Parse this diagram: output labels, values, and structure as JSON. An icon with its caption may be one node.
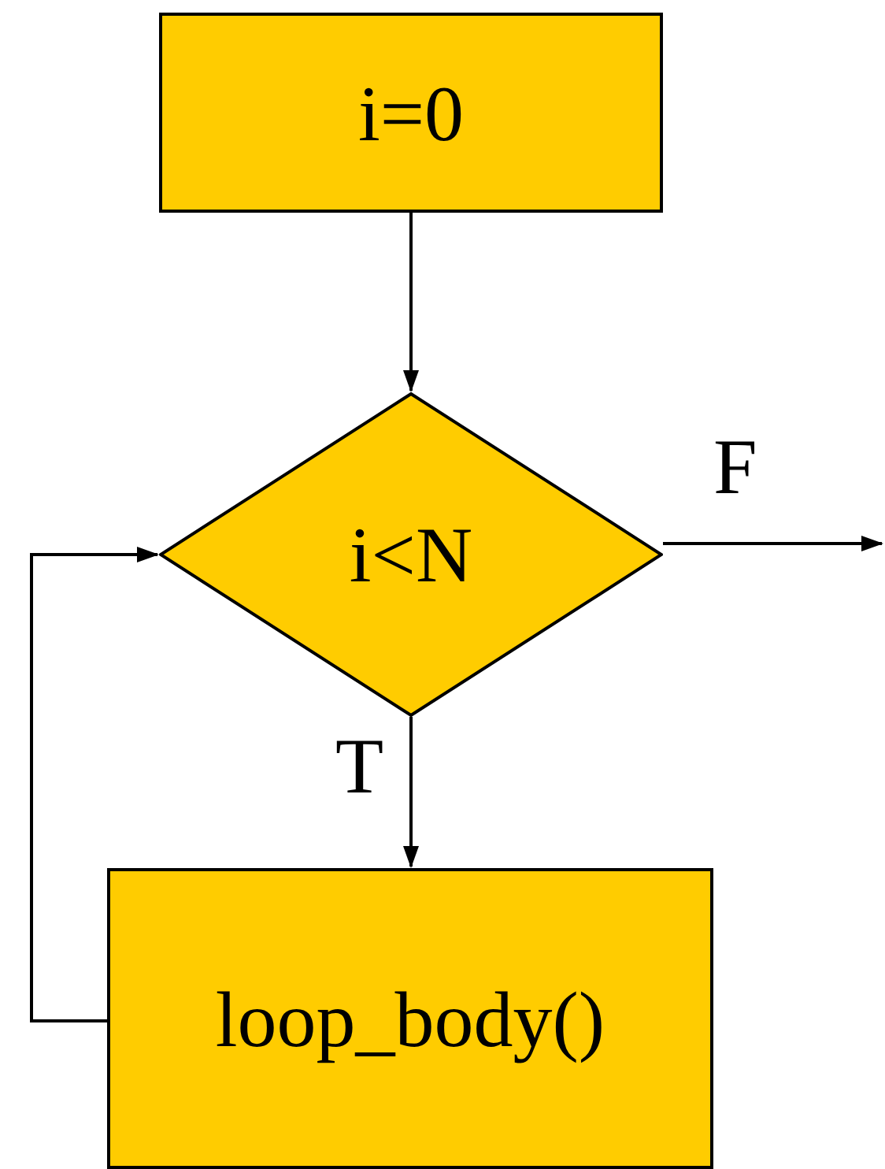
{
  "diagram": {
    "nodes": [
      {
        "text": [
          "i=0"
        ]
      },
      {
        "text": [
          "i<N"
        ]
      },
      {
        "text": [
          "loop_body()"
        ]
      }
    ],
    "edges": [
      {
        "from": 0,
        "to": 1,
        "arrow": "to"
      },
      {
        "from": 1,
        "to": 2,
        "arrow": "to",
        "label": "T"
      },
      {
        "from": 2,
        "to": 1,
        "arrow": "to"
      },
      {
        "from": 1,
        "to": null,
        "arrow": "to",
        "label": "F"
      }
    ]
  }
}
